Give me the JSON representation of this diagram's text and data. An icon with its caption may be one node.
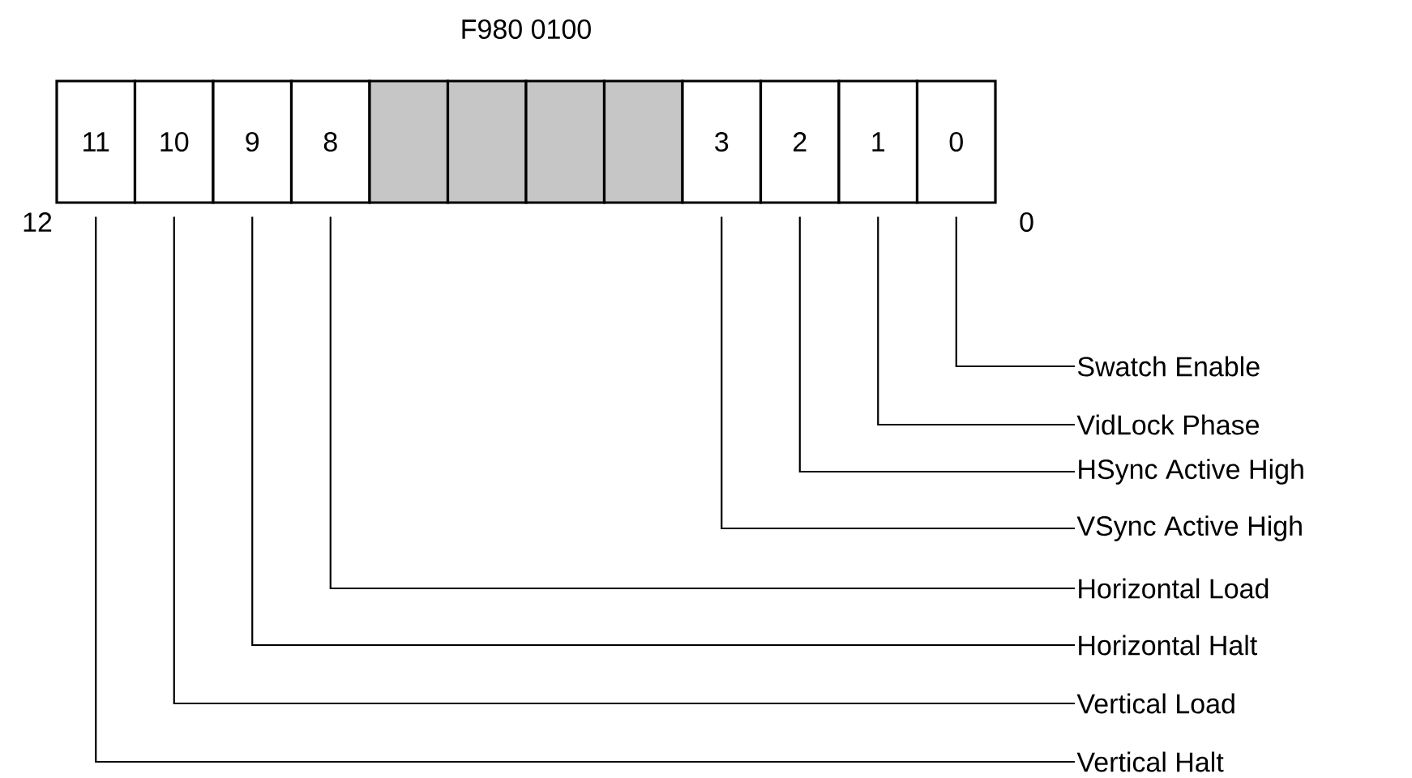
{
  "diagram": {
    "title": "F980 0100",
    "nodes": [
      {
        "text": [
          "11"
        ]
      },
      {
        "text": [
          "10"
        ]
      },
      {
        "text": [
          "9"
        ]
      },
      {
        "text": [
          "8"
        ]
      },
      {
        "text": [],
        "shape": "box"
      },
      {
        "text": [],
        "shape": "box"
      },
      {
        "text": [],
        "shape": "box"
      },
      {
        "text": [],
        "shape": "box"
      },
      {
        "text": [
          "3"
        ]
      },
      {
        "text": [
          "2"
        ]
      },
      {
        "text": [
          "1"
        ]
      },
      {
        "text": [
          "0"
        ]
      },
      {
        "text": [
          "Swatch Enable"
        ]
      },
      {
        "text": [
          "VidLock Phase"
        ]
      },
      {
        "text": [
          "HSync Active High"
        ]
      },
      {
        "text": [
          "VSync Active High"
        ]
      },
      {
        "text": [
          "Horizontal Load"
        ]
      },
      {
        "text": [
          "Horizontal Halt"
        ]
      },
      {
        "text": [
          "Vertical Load"
        ]
      },
      {
        "text": [
          "Vertical Halt"
        ]
      }
    ],
    "edges": [
      {
        "from": 12,
        "to": 11,
        "arrow": "none"
      },
      {
        "from": 13,
        "to": 10,
        "arrow": "none"
      },
      {
        "from": 14,
        "to": 9,
        "arrow": "none"
      },
      {
        "from": 15,
        "to": 8,
        "arrow": "none"
      },
      {
        "from": 16,
        "to": 3,
        "arrow": "none"
      },
      {
        "from": 17,
        "to": 2,
        "arrow": "none"
      },
      {
        "from": 18,
        "to": 1,
        "arrow": "none"
      },
      {
        "from": 19,
        "to": 0,
        "arrow": "none"
      }
    ],
    "labels": [
      "12",
      "0"
    ]
  }
}
